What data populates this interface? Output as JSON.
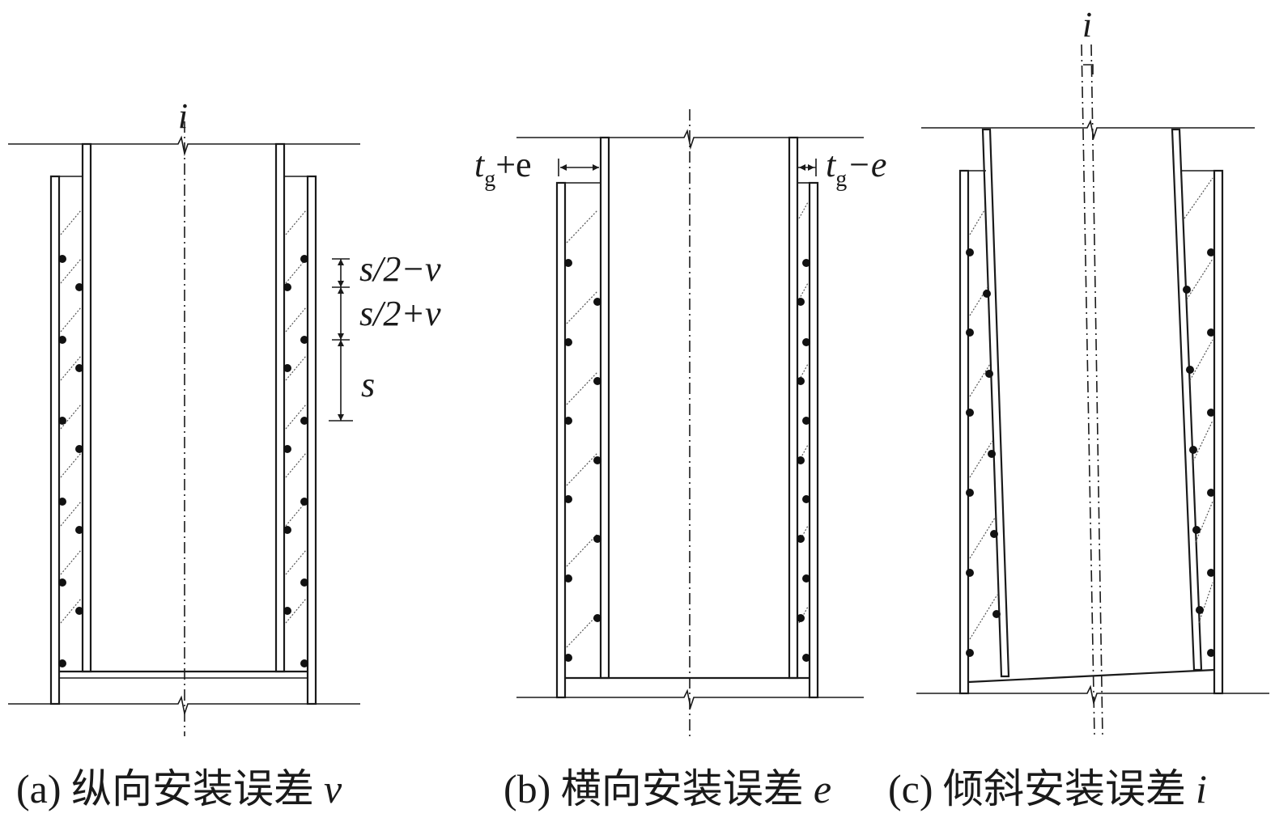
{
  "panel_a": {
    "axis_label": "i",
    "dim_labels": [
      "s/2−v",
      "s/2+v",
      "s"
    ],
    "caption_prefix": "(a) 纵向安装误差",
    "caption_var": "v"
  },
  "panel_b": {
    "left_label_main": "t",
    "left_label_sub": "g",
    "left_label_rest": "+e",
    "right_label_main": "t",
    "right_label_sub": "g",
    "right_label_rest": "−e",
    "caption_prefix": "(b) 横向安装误差",
    "caption_var": "e"
  },
  "panel_c": {
    "axis_label": "i",
    "caption_prefix": "(c) 倾斜安装误差",
    "caption_var": "i"
  }
}
